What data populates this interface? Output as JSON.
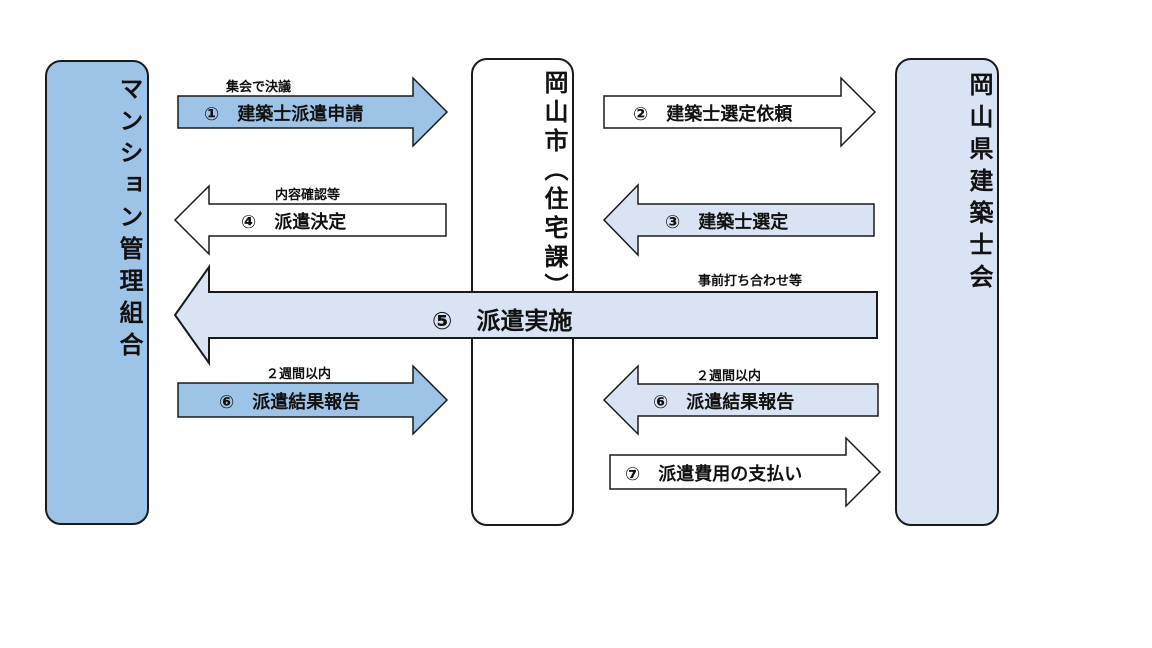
{
  "colors": {
    "blue": "#9dc3e6",
    "light": "#dae3f3",
    "white": "#ffffff",
    "stroke": "#1a1a1a"
  },
  "boxes": {
    "left": "マンション管理組合",
    "center": "岡山市（住宅課）",
    "right": "岡山県建築士会"
  },
  "arrows": {
    "a1": {
      "label": "①　建築士派遣申請",
      "note": "集会で決議"
    },
    "a2": {
      "label": "②　建築士選定依頼"
    },
    "a3": {
      "label": "③　建築士選定"
    },
    "a4": {
      "label": "④　派遣決定",
      "note": "内容確認等"
    },
    "a5": {
      "label": "⑤　派遣実施",
      "note": "事前打ち合わせ等"
    },
    "a6l": {
      "label": "⑥　派遣結果報告",
      "note": "２週間以内"
    },
    "a6r": {
      "label": "⑥　派遣結果報告",
      "note": "２週間以内"
    },
    "a7": {
      "label": "⑦　派遣費用の支払い"
    }
  }
}
